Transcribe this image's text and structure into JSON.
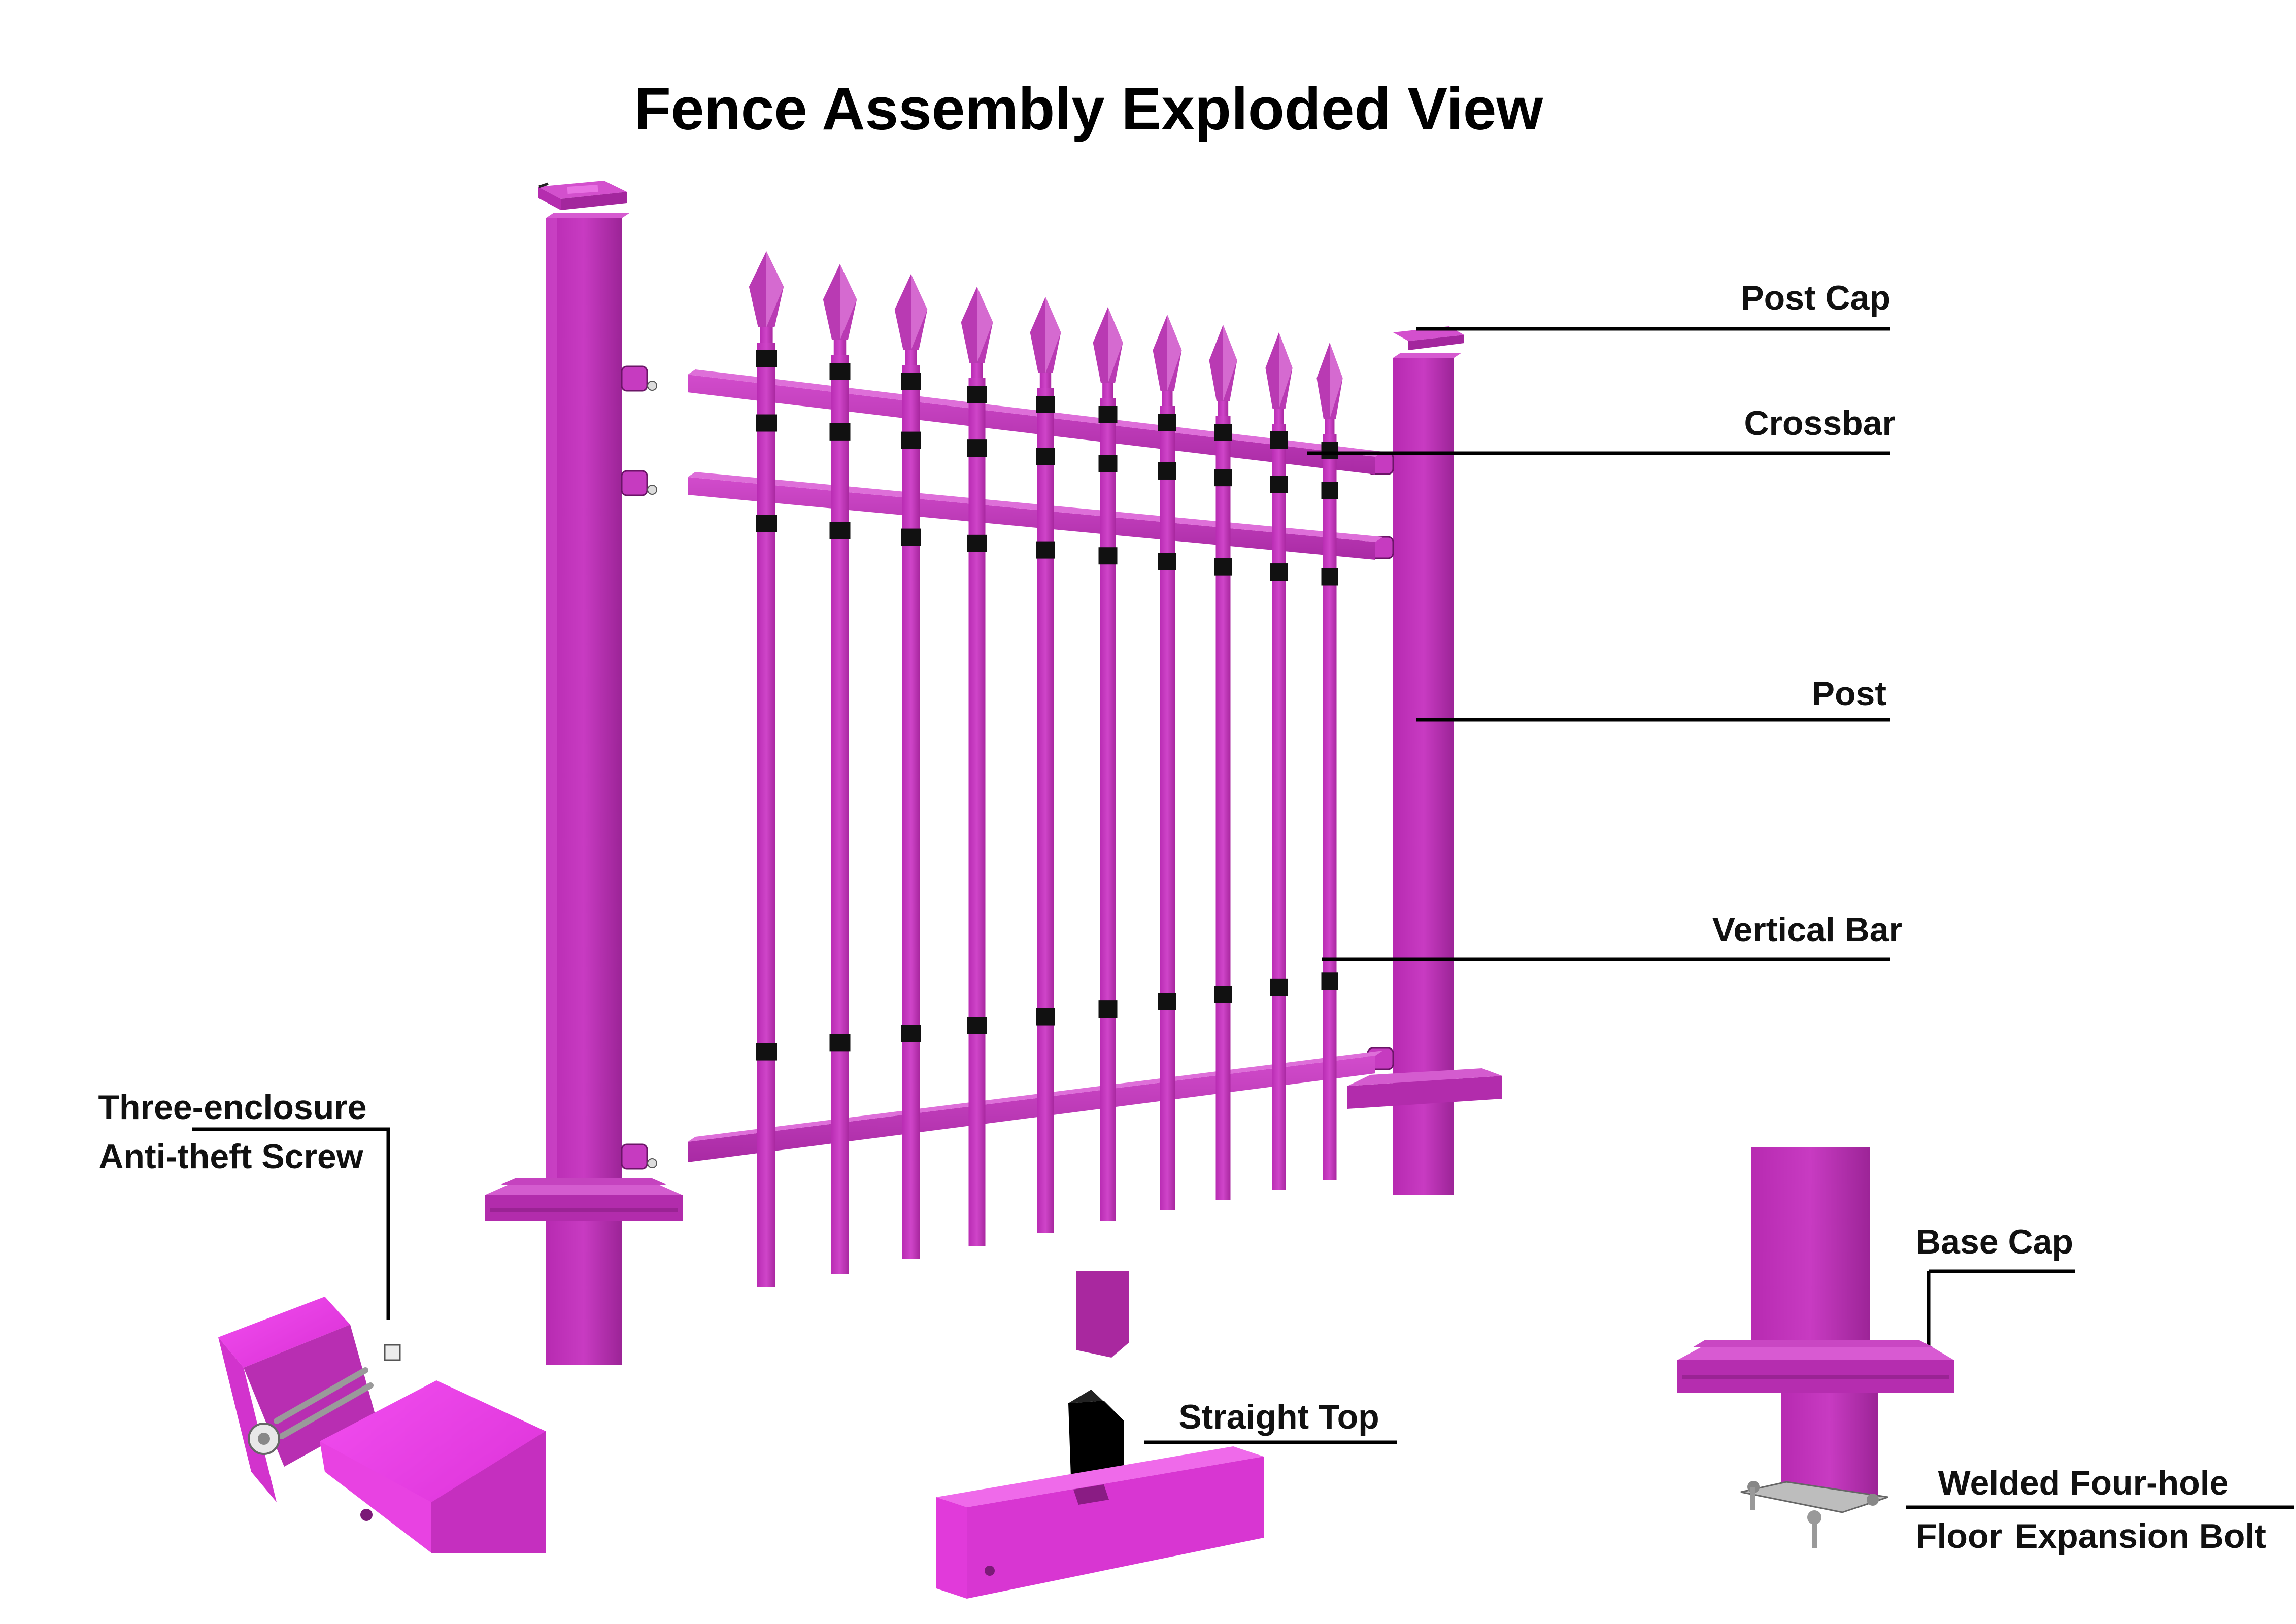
{
  "title": "Fence Assembly Exploded View",
  "colors": {
    "fence": "#c62fc0",
    "fence_dark": "#a92aa4",
    "fence_light": "#d95fd4",
    "accent_bright": "#ee3be7",
    "collar": "#111111"
  },
  "labels": {
    "post_cap": "Post Cap",
    "crossbar": "Crossbar",
    "post": "Post",
    "vertical_bar": "Vertical Bar",
    "screw_line1": "Three-enclosure",
    "screw_line2": "Anti-theft Screw",
    "straight_top": "Straight Top",
    "base_cap": "Base Cap",
    "bolt_line1": "Welded Four-hole",
    "bolt_line2a": "Floor",
    "bolt_line2b": "Expansion Bolt"
  },
  "icons": {
    "spear_tip": "spear-finial-icon",
    "straight_top": "straight-top-icon",
    "screw": "anti-theft-screw-icon",
    "expansion_bolt": "expansion-bolt-icon"
  }
}
